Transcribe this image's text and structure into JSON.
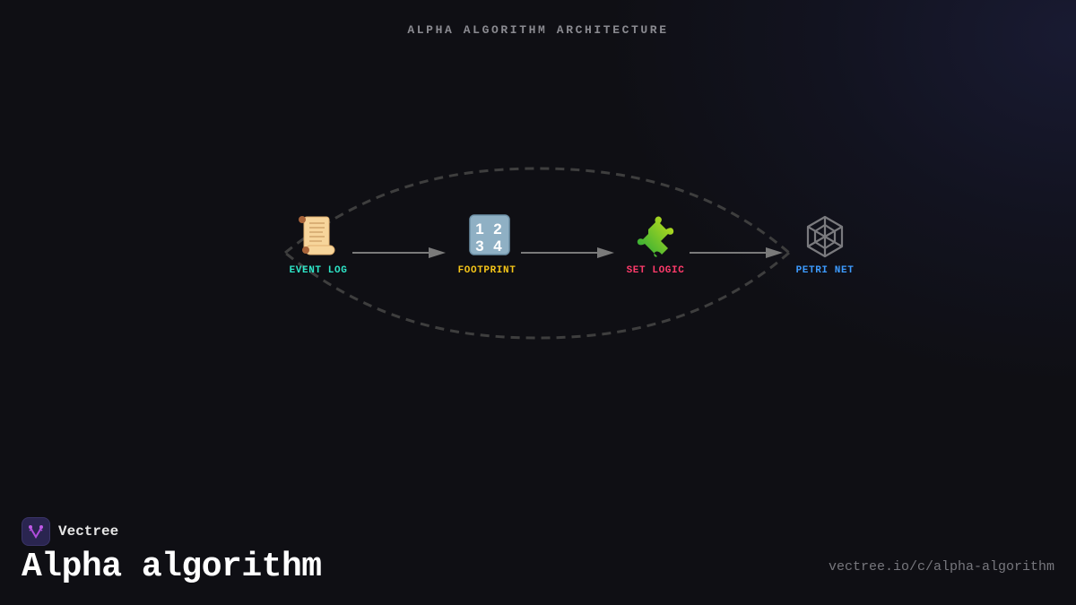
{
  "diagram": {
    "title": "ALPHA ALGORITHM ARCHITECTURE",
    "nodes": [
      {
        "id": "event-log",
        "label": "EVENT LOG",
        "icon": "scroll-icon",
        "color": "#2ee6c8"
      },
      {
        "id": "footprint",
        "label": "FOOTPRINT",
        "icon": "numbers-1234-icon",
        "color": "#f5c518"
      },
      {
        "id": "set-logic",
        "label": "SET LOGIC",
        "icon": "puzzle-piece-icon",
        "color": "#ff3b6b"
      },
      {
        "id": "petri-net",
        "label": "PETRI NET",
        "icon": "spider-web-icon",
        "color": "#3d9bff"
      }
    ],
    "edges": [
      {
        "from": "event-log",
        "to": "footprint",
        "style": "solid-arrow"
      },
      {
        "from": "footprint",
        "to": "set-logic",
        "style": "solid-arrow"
      },
      {
        "from": "set-logic",
        "to": "petri-net",
        "style": "solid-arrow"
      },
      {
        "from": "event-log",
        "to": "petri-net",
        "style": "dashed-arc-top"
      },
      {
        "from": "petri-net",
        "to": "event-log",
        "style": "dashed-arc-bottom"
      }
    ]
  },
  "footer": {
    "brand_name": "Vectree",
    "brand_icon": "vectree-logo-icon",
    "page_title": "Alpha algorithm",
    "url": "vectree.io/c/alpha-algorithm"
  },
  "colors": {
    "background": "#0f0f14",
    "edge": "#7a7a7a",
    "dashed": "#3e3e3e",
    "brand_accent": "#b04ddc"
  }
}
